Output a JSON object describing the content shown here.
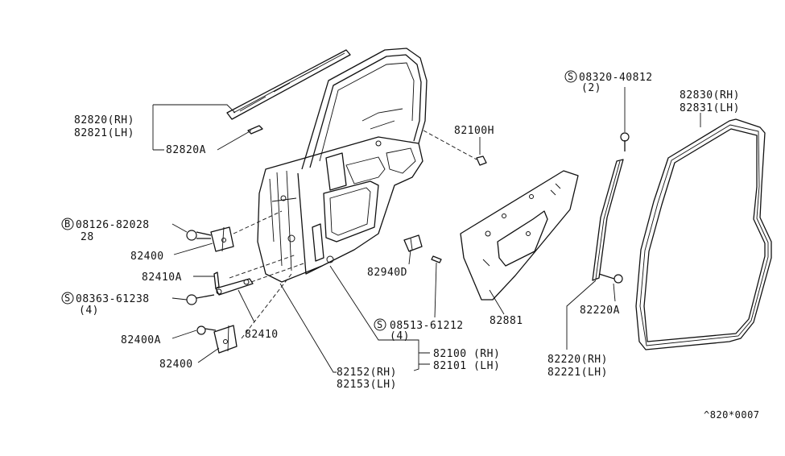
{
  "labels": {
    "p82820": "82820(RH)",
    "p82821": "82821(LH)",
    "p82820a": "82820A",
    "p82100h": "82100H",
    "b08126": "08126-82028",
    "b08126_qty": "28",
    "b_symbol": "B",
    "p82400_top": "82400",
    "p82410a": "82410A",
    "s08363": "08363-61238",
    "s08363_qty": "(4)",
    "p82400a": "82400A",
    "p82410": "82410",
    "p82400_bot": "82400",
    "p82940d": "82940D",
    "s08513": "08513-61212",
    "s08513_qty": "(4)",
    "p82100": "82100 (RH)",
    "p82101": "82101 (LH)",
    "p82152": "82152(RH)",
    "p82153": "82153(LH)",
    "p82881": "82881",
    "s08320": "08320-40812",
    "s08320_qty": "(2)",
    "s_symbol": "S",
    "p82830": "82830(RH)",
    "p82831": "82831(LH)",
    "p82220a": "82220A",
    "p82220": "82220(RH)",
    "p82221": "82221(LH)",
    "footer_code": "^820*0007"
  }
}
